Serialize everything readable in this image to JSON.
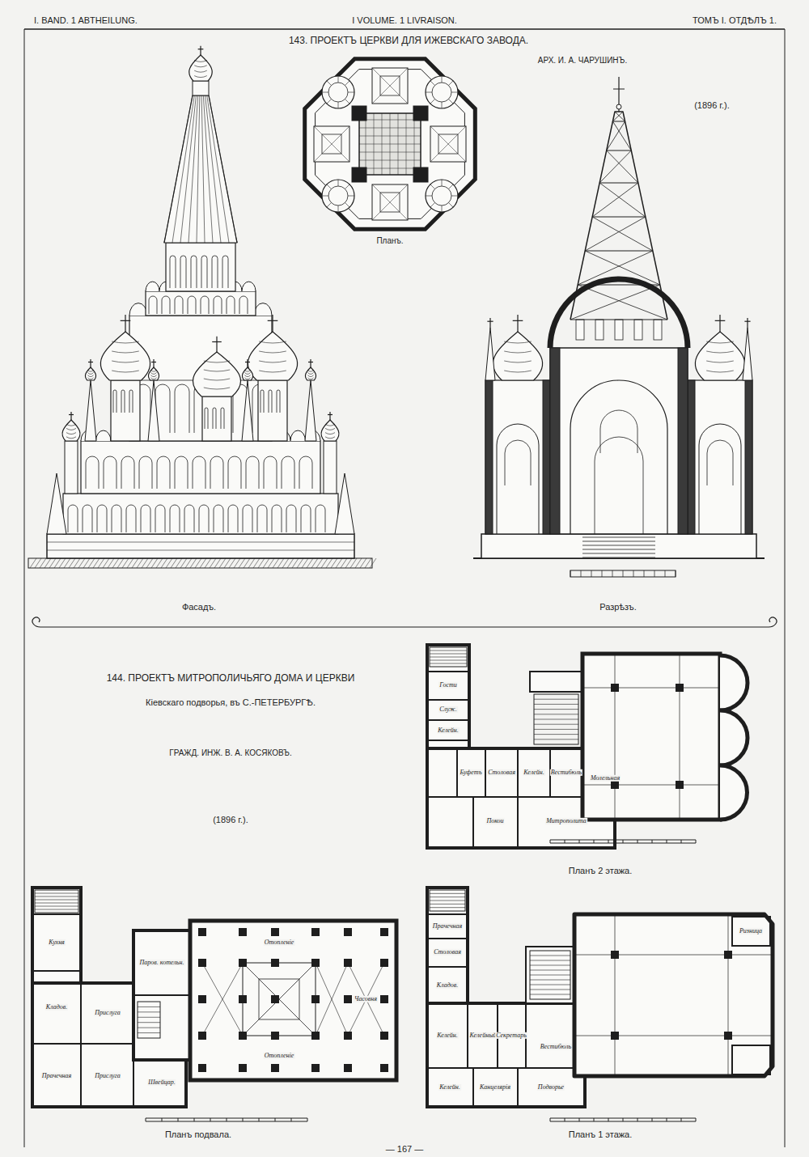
{
  "diagram": {
    "title": "143. ПРОЕКТЪ ЦЕРКВИ ДЛЯ ИЖЕВСКАГО ЗАВОДА.",
    "labels": [
      "I. BAND. 1 ABTHEILUNG.",
      "I VOLUME. 1 LIVRAISON.",
      "ТОМЪ I. ОТДѢЛЪ 1.",
      "АРХ. И. А. ЧАРУШИНЪ.",
      "(1896 г.).",
      "Планъ.",
      "Фасадъ.",
      "Разрѣзъ.",
      "144. ПРОЕКТЪ МИТРОПОЛИЧЬЯГО ДОМА И ЦЕРКВИ",
      "Кіевскаго подворья, въ С.-ПЕТЕРБУРГѢ.",
      "ГРАЖД. ИНЖ. В. А. КОСЯКОВЪ.",
      "(1896 г.).",
      "Планъ 2 этажа.",
      "Планъ подвала.",
      "Планъ 1 этажа.",
      "— 167 —",
      "Гости",
      "Служ.",
      "Келейн.",
      "Буфетъ",
      "Столовая",
      "Келейн.",
      "Вестибюль",
      "Молельная",
      "Покои",
      "Митрополита",
      "Кухня",
      "Кладов.",
      "Прислуга",
      "Прачечная",
      "Прислуга",
      "Швейцар.",
      "Паров. котельн.",
      "Отопленіе",
      "Отопленіе",
      "Часовня",
      "Прачечная",
      "Столовая",
      "Кладов.",
      "Келейн.",
      "Келейный",
      "Секретарь",
      "Вестибюль",
      "Ризница",
      "Келейн.",
      "Канцелярія",
      "Подворье"
    ]
  }
}
